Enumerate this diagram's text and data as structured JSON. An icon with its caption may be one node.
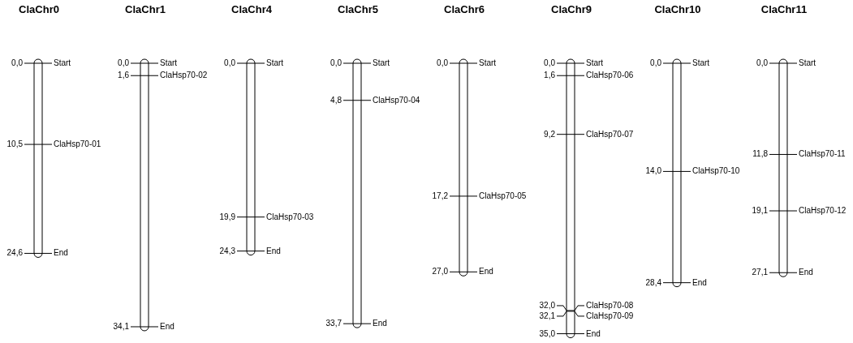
{
  "diagram": {
    "nodes": [
      {
        "text": [
          "ClaChr0"
        ],
        "beside": [
          "0,0",
          "Start",
          "10,5",
          "ClaHsp70-01",
          "24,6",
          "End"
        ]
      },
      {
        "text": [
          "ClaChr1"
        ],
        "beside": [
          "0,0",
          "Start",
          "1,6",
          "ClaHsp70-02",
          "34,1",
          "End"
        ]
      },
      {
        "text": [
          "ClaChr4"
        ],
        "beside": [
          "0,0",
          "Start",
          "19,9",
          "ClaHsp70-03",
          "24,3",
          "End"
        ]
      },
      {
        "text": [
          "ClaChr5"
        ],
        "beside": [
          "0,0",
          "Start",
          "4,8",
          "ClaHsp70-04",
          "33,7",
          "End"
        ]
      },
      {
        "text": [
          "ClaChr6"
        ],
        "beside": [
          "0,0",
          "Start",
          "17,2",
          "ClaHsp70-05",
          "27,0",
          "End"
        ]
      },
      {
        "text": [
          "ClaChr9"
        ],
        "beside": [
          "0,0",
          "Start",
          "1,6",
          "ClaHsp70-06",
          "9,2",
          "ClaHsp70-07",
          "32,0",
          "ClaHsp70-08",
          "32,1",
          "ClaHsp70-09",
          "35,0",
          "End"
        ]
      },
      {
        "text": [
          "ClaChr10"
        ],
        "beside": [
          "0,0",
          "Start",
          "14,0",
          "ClaHsp70-10",
          "28,4",
          "End"
        ]
      },
      {
        "text": [
          "ClaChr11"
        ],
        "beside": [
          "0,0",
          "Start",
          "11,8",
          "ClaHsp70-11",
          "19,1",
          "ClaHsp70-12",
          "27,1",
          "End"
        ]
      }
    ]
  }
}
